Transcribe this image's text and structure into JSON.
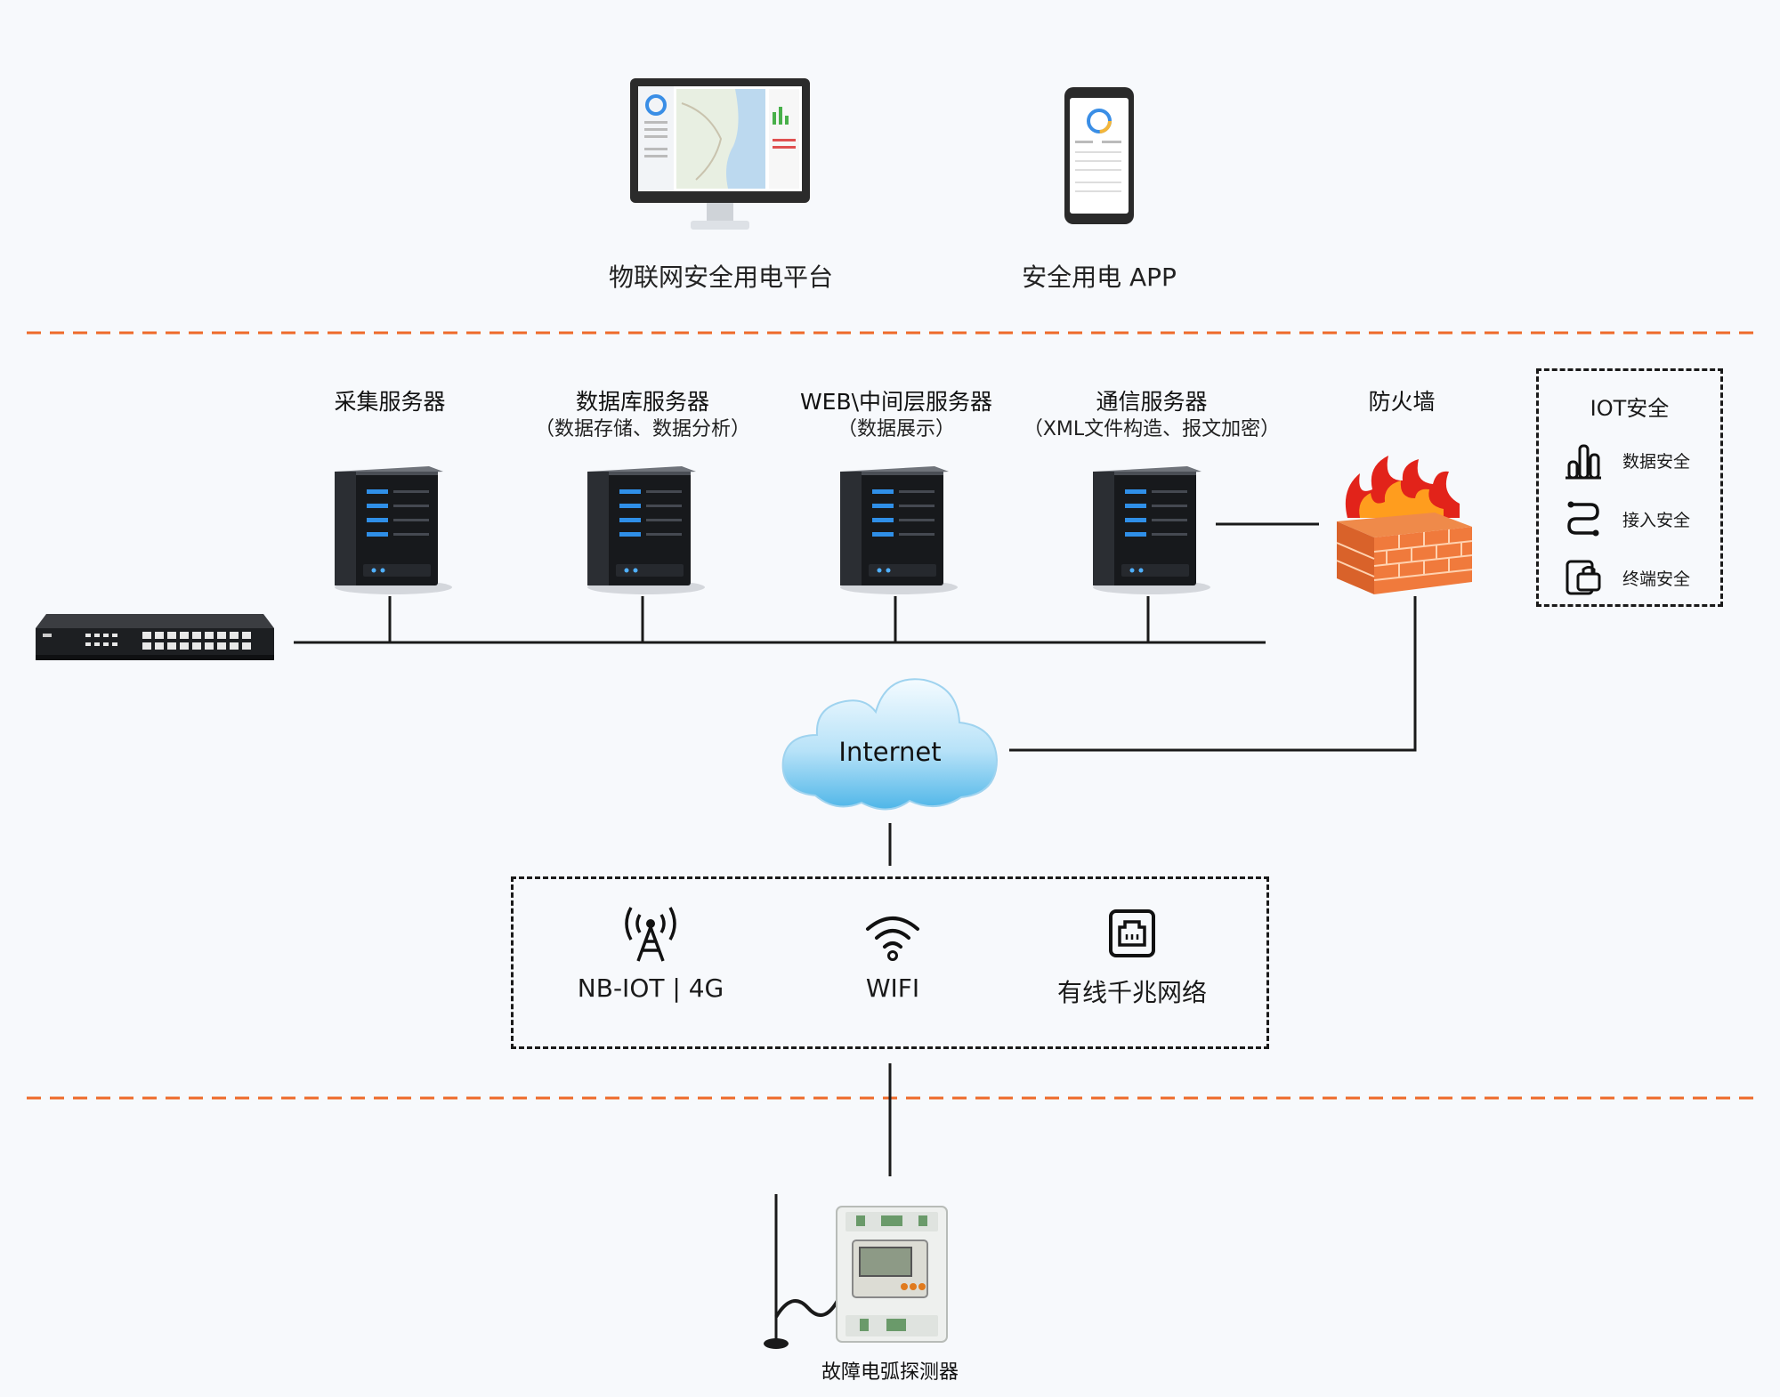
{
  "top": {
    "platform_label": "物联网安全用电平台",
    "app_label": "安全用电 APP"
  },
  "servers": [
    {
      "title": "采集服务器",
      "subtitle": ""
    },
    {
      "title": "数据库服务器",
      "subtitle": "（数据存储、数据分析）"
    },
    {
      "title": "WEB\\中间层服务器",
      "subtitle": "（数据展示）"
    },
    {
      "title": "通信服务器",
      "subtitle": "（XML文件构造、报文加密）"
    }
  ],
  "firewall": {
    "label": "防火墙"
  },
  "iot_security": {
    "title": "IOT安全",
    "items": [
      {
        "label": "数据安全",
        "icon": "bar-chart-icon"
      },
      {
        "label": "接入安全",
        "icon": "access-route-icon"
      },
      {
        "label": "终端安全",
        "icon": "terminal-lock-icon"
      }
    ]
  },
  "internet": {
    "label": "Internet"
  },
  "network": {
    "items": [
      {
        "label": "NB-IOT | 4G",
        "icon": "antenna-icon"
      },
      {
        "label": "WIFI",
        "icon": "wifi-icon"
      },
      {
        "label": "有线千兆网络",
        "icon": "ethernet-port-icon"
      }
    ]
  },
  "device": {
    "label": "故障电弧探测器"
  },
  "colors": {
    "divider": "#ee6a2a",
    "line": "#1a1a1a",
    "background": "#f7f9fc"
  }
}
